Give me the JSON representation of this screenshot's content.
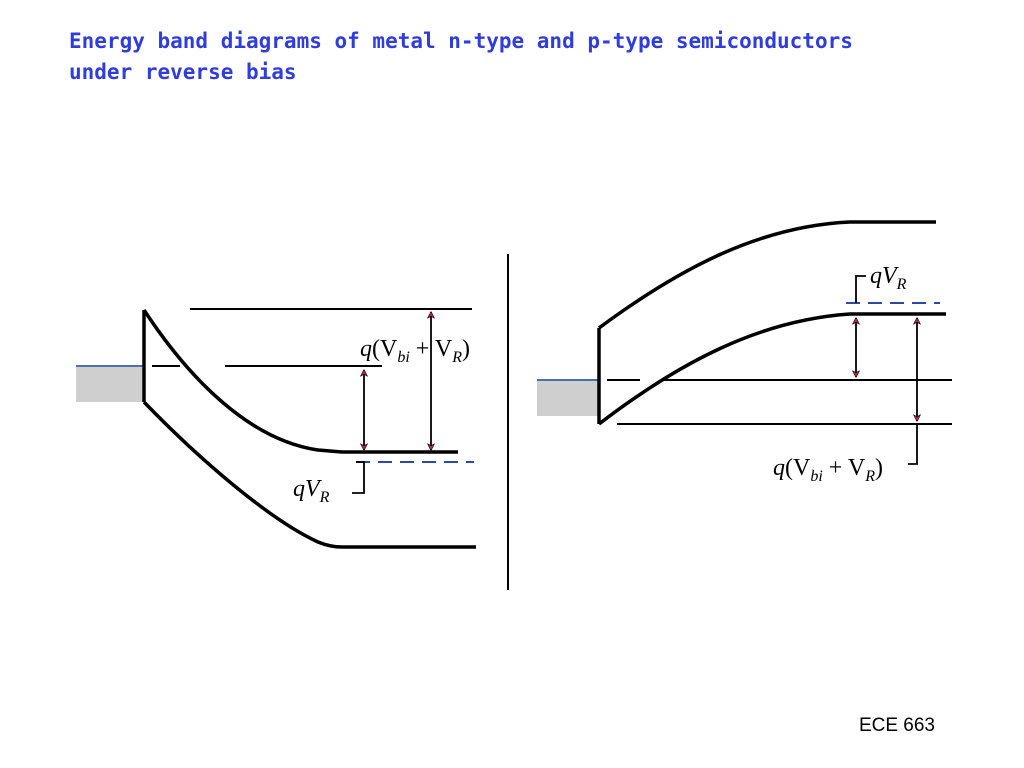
{
  "slide": {
    "title_line1": "Energy  band diagrams of metal n-type and p-type semiconductors",
    "title_line2": "under reverse bias",
    "footer": "ECE 663"
  },
  "left_diagram": {
    "label_top": {
      "q": "q",
      "open": "(V",
      "bi": "bi",
      "plus": " + V",
      "r": "R",
      "close": ")"
    },
    "label_bottom": {
      "q": "qV",
      "r": "R"
    }
  },
  "right_diagram": {
    "label_top": {
      "q": "qV",
      "r": "R"
    },
    "label_bottom": {
      "q": "q",
      "open": "(V",
      "bi": "bi",
      "plus": " + V",
      "r": "R",
      "close": ")"
    }
  },
  "colors": {
    "title": "#2f3ce0",
    "metal_fill": "#cfcfcf",
    "metal_fermi": "#4a6fb5",
    "quasi_fermi_dash": "#2a4aa8",
    "arrow_head": "#c0204a"
  }
}
